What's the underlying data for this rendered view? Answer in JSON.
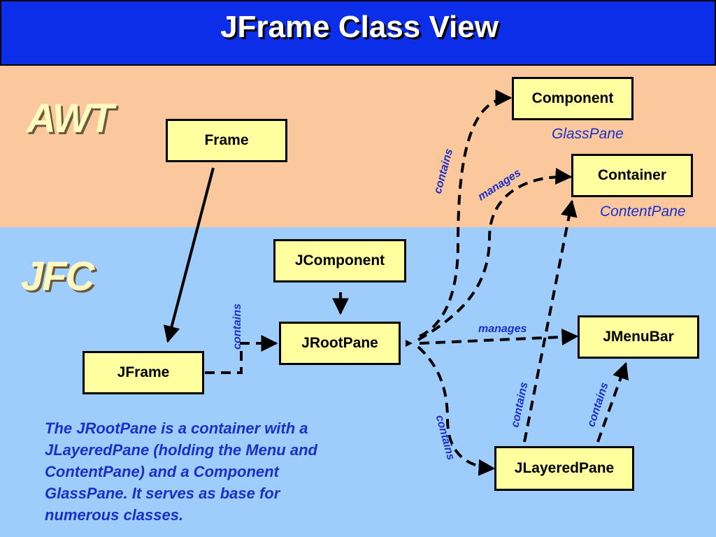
{
  "title": "JFrame Class View",
  "sections": {
    "awt": "AWT",
    "jfc": "JFC"
  },
  "boxes": {
    "component": "Component",
    "frame": "Frame",
    "container": "Container",
    "jcomponent": "JComponent",
    "jrootpane": "JRootPane",
    "jframe": "JFrame",
    "jmenubar": "JMenuBar",
    "jlayeredpane": "JLayeredPane"
  },
  "tags": {
    "glasspane": "GlassPane",
    "contentpane": "ContentPane"
  },
  "relations": {
    "contains_component": "contains",
    "manages_container": "manages",
    "contains_jrootpane": "contains",
    "manages_jmenubar": "manages",
    "contains_jlayeredpane": "contains",
    "contains_container": "contains",
    "contains_jmenubar": "contains"
  },
  "description": "The JRootPane is a container with a JLayeredPane (holding the Menu and ContentPane) and a Component GlassPane.  It serves as base for numerous classes.",
  "colors": {
    "title_bg": "#0d2ee8",
    "awt_bg": "#fbc89d",
    "jfc_bg": "#9ecdfb",
    "box_fill": "#ffff9f",
    "label_blue": "#1b2fc9"
  }
}
